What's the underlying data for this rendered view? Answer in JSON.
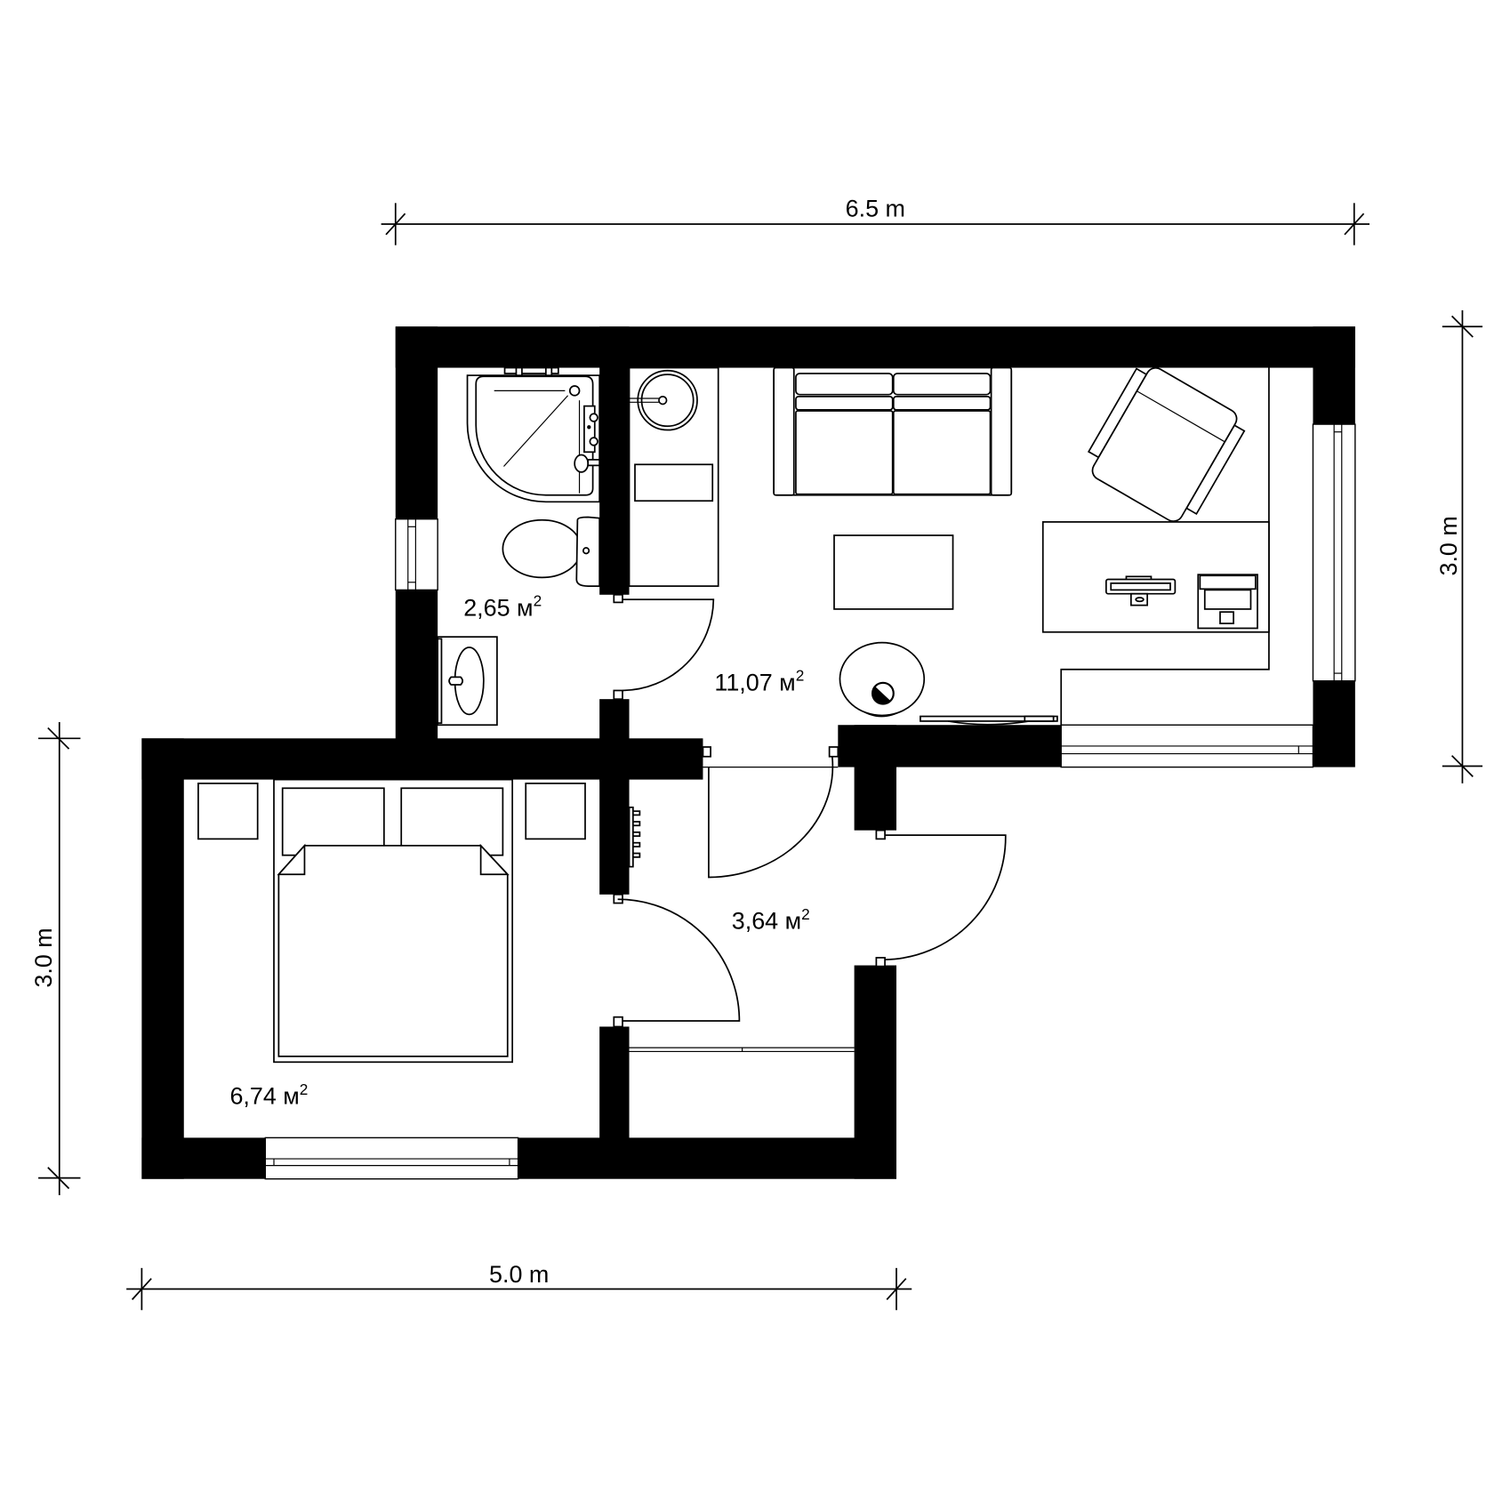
{
  "plan": {
    "title": "Apartment floor plan",
    "colors": {
      "wall": "#000000",
      "background": "#ffffff",
      "line": "#000000"
    },
    "dimensions": {
      "top_width": "6.5 m",
      "right_height": "3.0 m",
      "left_height": "3.0 m",
      "bottom_width": "5.0 m"
    },
    "rooms": [
      {
        "name": "bathroom",
        "area": "2,65 м",
        "sup": "2"
      },
      {
        "name": "living-office",
        "area": "11,07 м",
        "sup": "2"
      },
      {
        "name": "hallway",
        "area": "3,64 м",
        "sup": "2"
      },
      {
        "name": "bedroom",
        "area": "6,74 м",
        "sup": "2"
      }
    ],
    "furniture": [
      "corner-shower",
      "shower-mixer",
      "toilet",
      "round-washbasin",
      "bath-mat",
      "vanity-sink",
      "sofa",
      "coffee-table",
      "armchair",
      "desk",
      "monitor",
      "laptop",
      "round-chair-with-lamp",
      "tv-panel",
      "double-bed",
      "pillows",
      "nightstands",
      "radiator",
      "wardrobe"
    ]
  }
}
